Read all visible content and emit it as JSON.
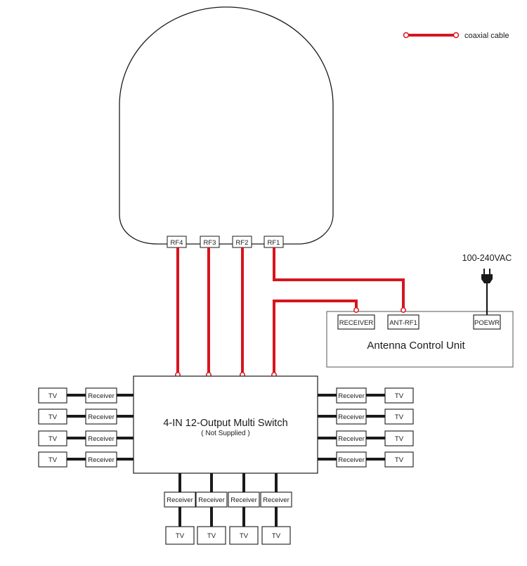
{
  "legend": {
    "label": "coaxial cable"
  },
  "colors": {
    "cable": "#d7141e",
    "line": "#1a1a1a",
    "box_stroke": "#333333",
    "background": "#ffffff"
  },
  "icons": {
    "plug": "power-plug-icon",
    "endpoint": "coax-endpoint-dot"
  },
  "dome": {
    "ports": [
      "RF4",
      "RF3",
      "RF2",
      "RF1"
    ]
  },
  "acu": {
    "title": "Antenna Control Unit",
    "ports": {
      "receiver": "RECEIVER",
      "ant_rf1": "ANT-RF1",
      "power": "POEWR"
    },
    "power_label": "100-240VAC"
  },
  "multiswitch": {
    "title": "4-IN 12-Output Multi Switch",
    "subtitle": "( Not Supplied )"
  },
  "devices": {
    "receiver": "Receiver",
    "tv": "TV"
  }
}
